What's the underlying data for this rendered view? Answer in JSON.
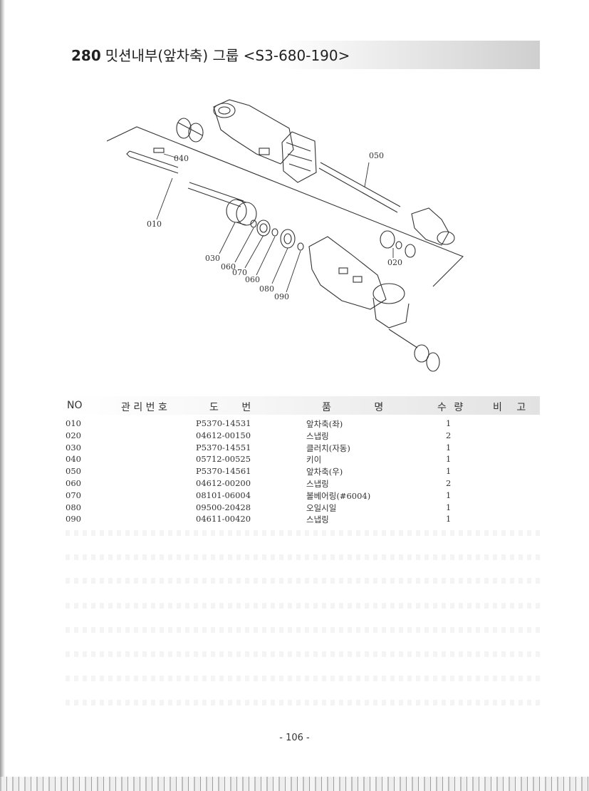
{
  "header": {
    "number": "280",
    "title": "밋션내부(앞차축) 그룹 <S3-680-190>"
  },
  "diagram": {
    "labels": [
      "040",
      "050",
      "010",
      "030",
      "060",
      "070",
      "060",
      "080",
      "090",
      "020"
    ]
  },
  "table": {
    "headers": {
      "no": "NO",
      "mgmt": "관 리 번 호",
      "drawing": "도 번",
      "name": "품 명",
      "qty": "수 량",
      "remark": "비 고"
    },
    "rows": [
      {
        "no": "010",
        "drawing": "P5370-14531",
        "name": "앞차축(좌)",
        "qty": "1"
      },
      {
        "no": "020",
        "drawing": "04612-00150",
        "name": "스냅링",
        "qty": "2"
      },
      {
        "no": "030",
        "drawing": "P5370-14551",
        "name": "클러치(자동)",
        "qty": "1"
      },
      {
        "no": "040",
        "drawing": "05712-00525",
        "name": "키이",
        "qty": "1"
      },
      {
        "no": "050",
        "drawing": "P5370-14561",
        "name": "앞차축(우)",
        "qty": "1"
      },
      {
        "no": "060",
        "drawing": "04612-00200",
        "name": "스냅링",
        "qty": "2"
      },
      {
        "no": "070",
        "drawing": "08101-06004",
        "name": "볼베어링(#6004)",
        "qty": "1"
      },
      {
        "no": "080",
        "drawing": "09500-20428",
        "name": "오일시일",
        "qty": "1"
      },
      {
        "no": "090",
        "drawing": "04611-00420",
        "name": "스냅링",
        "qty": "1"
      }
    ]
  },
  "footer": {
    "page": "- 106 -"
  }
}
